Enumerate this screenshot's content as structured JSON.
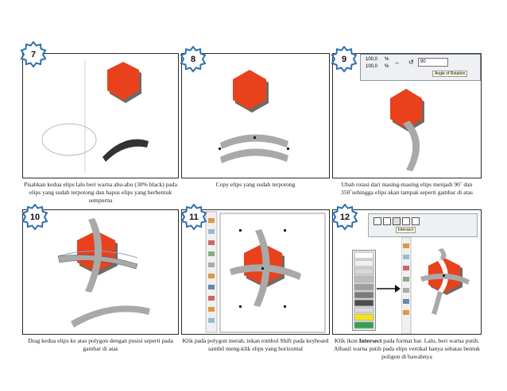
{
  "steps": [
    {
      "number": "7",
      "caption": "Pisahkan kedua elips lalu beri warna abu-abu (30% black) pada elips yang sudah terpotong dan hapus elips yang berbentuk sempurna"
    },
    {
      "number": "8",
      "caption": "Copy elips yang sudah terpotong"
    },
    {
      "number": "9",
      "caption": "Ubah rotasi dari masing-masing elips menjadi 90˚ dan 350˚sehingga elips akan tampak seperti gambar di atas"
    },
    {
      "number": "10",
      "caption": "Drag kedua elips ke atas polygon dengan posisi seperti pada gambar di atas"
    },
    {
      "number": "11",
      "caption": "Klik pada polygon merah, tekan tombol Shift pada keyboard sambil meng-klik elips yang horizontal"
    },
    {
      "number": "12",
      "caption_prefix": "Klik ikon ",
      "caption_bold": "Intersect",
      "caption_suffix": " pada format bar. Lalu, beri warna putih. Alhasil warna putih pada elips vertikal hanya sebatas bentuk poligon di bawahnya"
    }
  ],
  "toolbar9": {
    "val1": "100,0",
    "val2": "100,0",
    "pct1": "%",
    "pct2": "%",
    "rotation": "90",
    "label": "Angle of Rotation"
  },
  "toolbar12": {
    "label": "Intersect"
  },
  "colors": {
    "hex": "#e8411c",
    "hex_shadow": "#6f6a63",
    "ellipse": "#a9a9a9",
    "badge_border": "#2f6fb0"
  }
}
